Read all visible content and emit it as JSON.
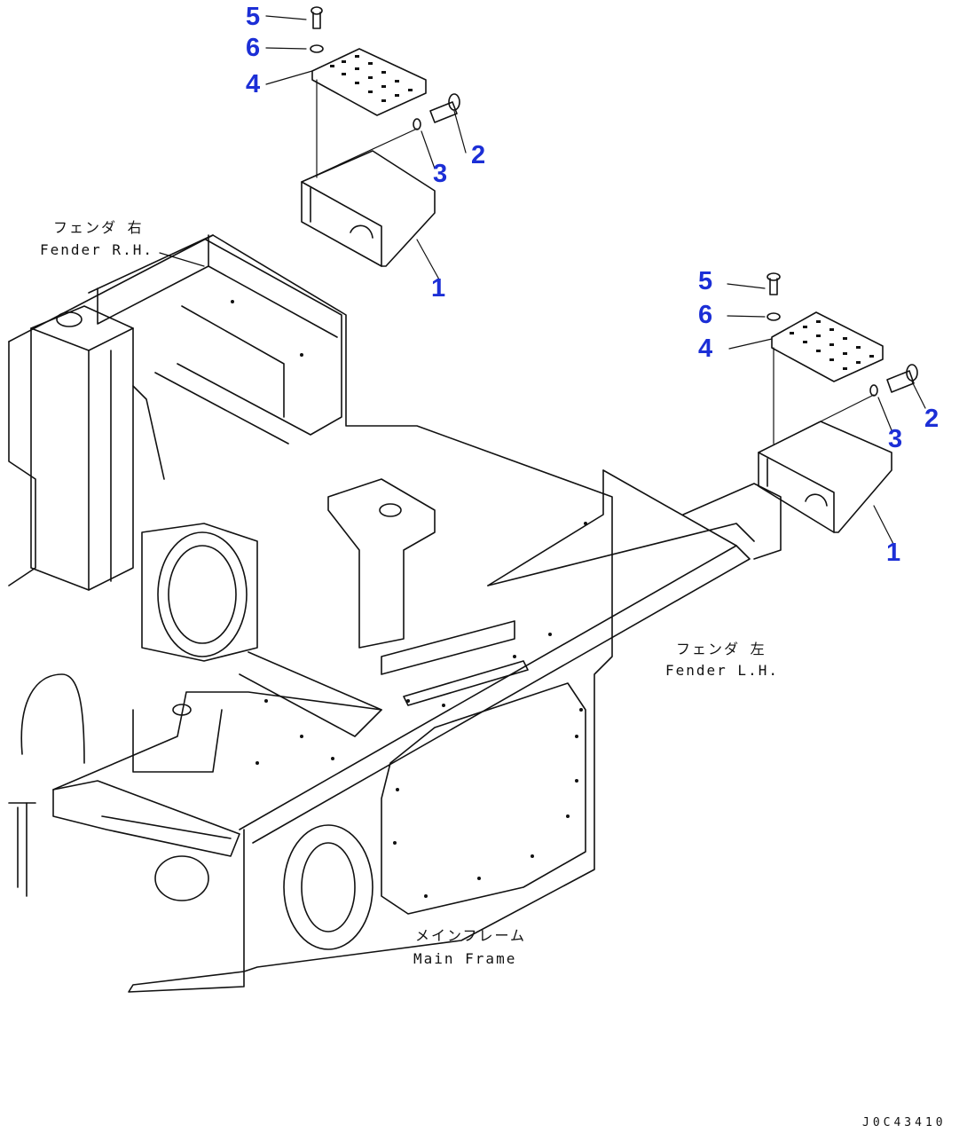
{
  "part_numbers": {
    "upper": {
      "n1": "1",
      "n2": "2",
      "n3": "3",
      "n4": "4",
      "n5": "5",
      "n6": "6"
    },
    "lower": {
      "n1": "1",
      "n2": "2",
      "n3": "3",
      "n4": "4",
      "n5": "5",
      "n6": "6"
    }
  },
  "labels": {
    "fender_rh_jp": "フェンダ 右",
    "fender_rh_en": "Fender R.H.",
    "fender_lh_jp": "フェンダ 左",
    "fender_lh_en": "Fender L.H.",
    "main_frame_jp": "メインフレーム",
    "main_frame_en": "Main Frame"
  },
  "drawing_code": "J0C43410",
  "colors": {
    "callout": "#1c2fd6",
    "line": "#111111",
    "background": "#ffffff"
  }
}
